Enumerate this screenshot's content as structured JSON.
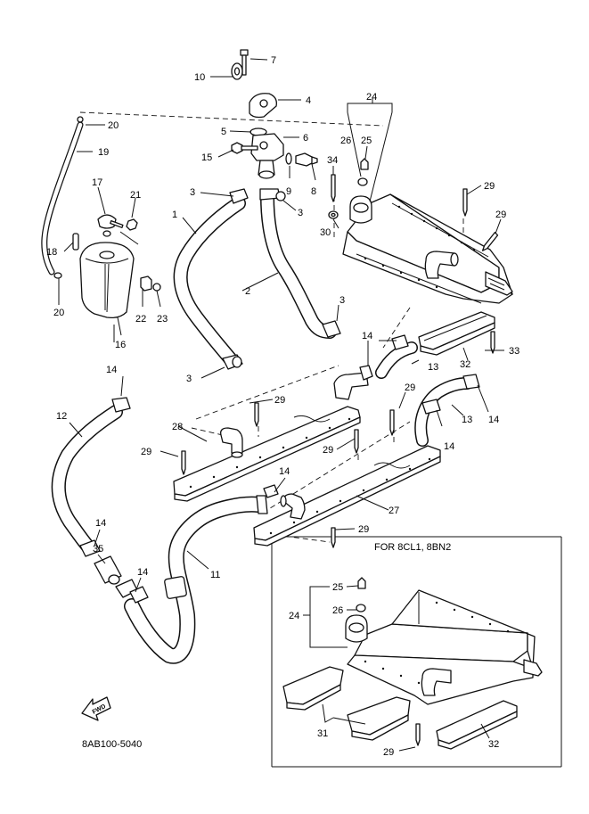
{
  "callouts": {
    "p1": "1",
    "p2": "2",
    "p3a": "3",
    "p3b": "3",
    "p3c": "3",
    "p3d": "3",
    "p4": "4",
    "p5": "5",
    "p6": "6",
    "p7": "7",
    "p8": "8",
    "p9": "9",
    "p10": "10",
    "p11": "11",
    "p12": "12",
    "p13a": "13",
    "p13b": "13",
    "p14a": "14",
    "p14b": "14",
    "p14c": "14",
    "p14d": "14",
    "p14e": "14",
    "p14f": "14",
    "p15": "15",
    "p16": "16",
    "p17": "17",
    "p18": "18",
    "p19": "19",
    "p20a": "20",
    "p20b": "20",
    "p21": "21",
    "p22": "22",
    "p23": "23",
    "p24a": "24",
    "p24b": "24",
    "p25a": "25",
    "p25b": "25",
    "p26a": "26",
    "p26b": "26",
    "p27": "27",
    "p28": "28",
    "p29a": "29",
    "p29b": "29",
    "p29c": "29",
    "p29d": "29",
    "p29e": "29",
    "p29f": "29",
    "p29g": "29",
    "p29h": "29",
    "p30": "30",
    "p31": "31",
    "p32a": "32",
    "p32b": "32",
    "p33": "33",
    "p34": "34",
    "p35": "35"
  },
  "inset_note": "FOR 8CL1, 8BN2",
  "fwd_label": "FWD",
  "diagram_code": "8AB100-5040"
}
